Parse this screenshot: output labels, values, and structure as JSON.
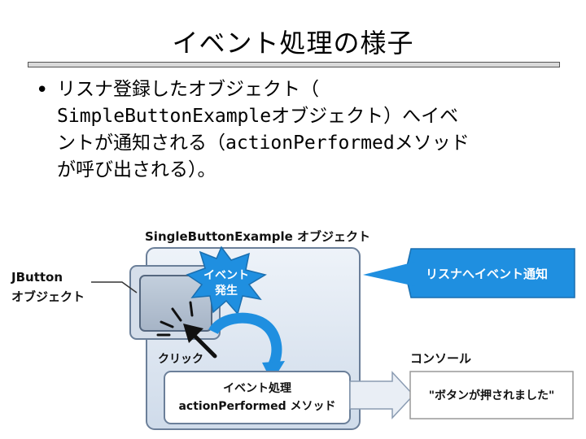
{
  "slide": {
    "title": "イベント処理の様子",
    "bullet_symbol": "•",
    "body_lines": [
      "リスナ登録したオブジェクト（",
      "SimpleButtonExampleオブジェクト）へイベ",
      "ントが通知される（actionPerformedメソッド",
      "が呼び出される）。"
    ]
  },
  "diagram": {
    "object_label": "SingleButtonExample オブジェクト",
    "jbutton_label_line1": "JButton",
    "jbutton_label_line2": "オブジェクト",
    "event_burst_line1": "イベント",
    "event_burst_line2": "発生",
    "click_label": "クリック",
    "handler_line1": "イベント処理",
    "handler_line2": "actionPerformed メソッド",
    "notify_label": "リスナへイベント通知",
    "console_label": "コンソール",
    "console_output": "\"ボタンが押されました\""
  },
  "colors": {
    "accent_blue": "#1f8fe0",
    "panel_fill": "#dde7f3",
    "panel_border": "#6b7f99"
  }
}
